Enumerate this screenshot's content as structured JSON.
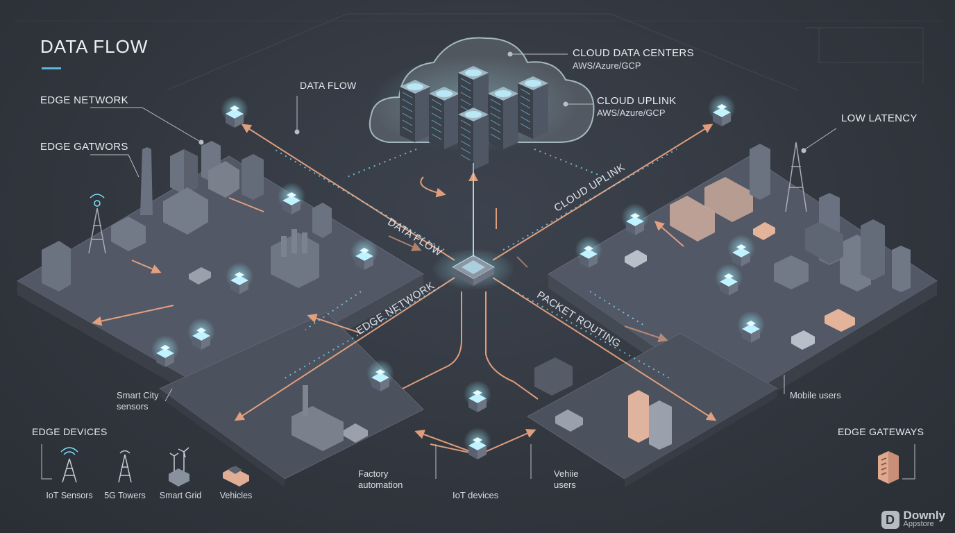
{
  "title": "DATA FLOW",
  "labels": {
    "cloud_data_centers": "CLOUD DATA CENTERS",
    "cloud_data_centers_sub": "AWS/Azure/GCP",
    "cloud_uplink": "CLOUD UPLINK",
    "cloud_uplink_sub": "AWS/Azure/GCP",
    "data_flow_callout": "DATA FLOW",
    "edge_network": "EDGE NETWORK",
    "edge_gateways_misspelled": "EDGE GATWORS",
    "low_latency": "LOW LATENCY",
    "smart_city_line1": "Smart City",
    "smart_city_line2": "sensors",
    "mobile_users": "Mobile users",
    "factory_line1": "Factory",
    "factory_line2": "automation",
    "iot_devices": "IoT devices",
    "vehicle_line1": "Vehiie",
    "vehicle_line2": "users",
    "edge_devices": "EDGE DEVICES",
    "edge_gateways": "EDGE GATEWAYS"
  },
  "flow_labels": {
    "data_flow": "DATA FLOW",
    "cloud_uplink": "CLOUD UPLINK",
    "edge_network": "EDGE NETWORK",
    "packet_routing": "PACKET ROUTING"
  },
  "legend": [
    {
      "label": "IoT Sensors",
      "icon": "antenna-tower-icon"
    },
    {
      "label": "5G Towers",
      "icon": "cell-tower-icon"
    },
    {
      "label": "Smart Grid",
      "icon": "wind-turbine-factory-icon"
    },
    {
      "label": "Vehicles",
      "icon": "car-icon"
    }
  ],
  "watermark": {
    "name": "Downly",
    "sub": "Appstore",
    "logo": "D"
  },
  "colors": {
    "accent_cyan": "#7fe3ff",
    "flow_orange": "#f2a883",
    "platform": "#4e5460",
    "background": "#32373f"
  }
}
